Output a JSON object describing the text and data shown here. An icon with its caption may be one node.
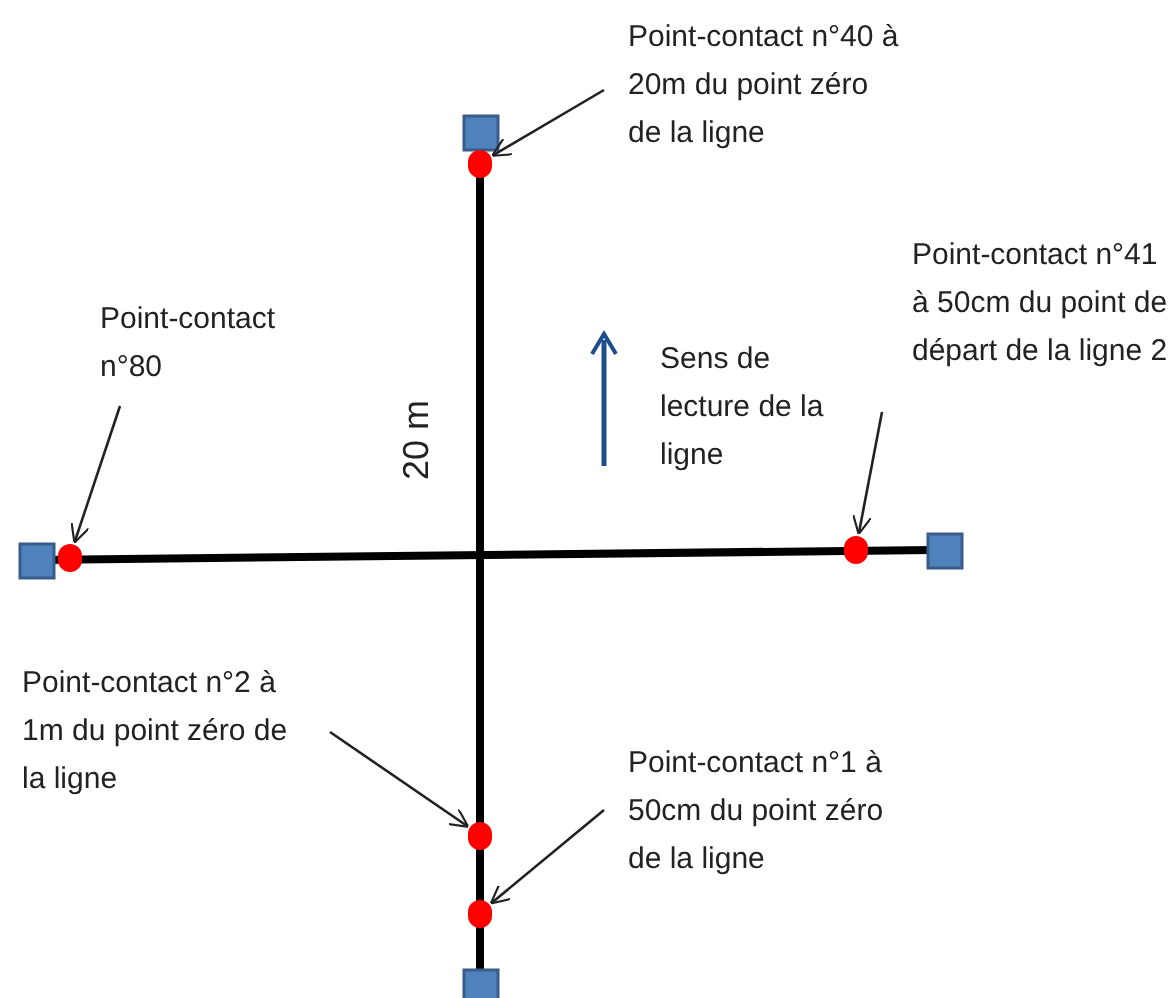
{
  "diagram": {
    "nodes": [
      {
        "text": [
          "Point-contact n°40 à 20m du point zéro de la ligne"
        ]
      },
      {
        "text": [
          "Point-contact n°41 à 50cm du point de départ de la ligne 2"
        ]
      },
      {
        "text": [
          "Point-contact n°80"
        ]
      },
      {
        "text": [
          "Point-contact n°2 à 1m du point zéro de la ligne"
        ]
      },
      {
        "text": [
          "Point-contact n°1 à 50cm du point zéro de la ligne"
        ]
      },
      {
        "text": [],
        "shape": "circle"
      },
      {
        "text": [],
        "shape": "circle"
      },
      {
        "text": [],
        "shape": "circle"
      },
      {
        "text": [],
        "shape": "circle"
      },
      {
        "text": [],
        "shape": "circle"
      }
    ],
    "edges": [
      {
        "from": 0,
        "to": 5,
        "arrow": "to"
      },
      {
        "from": 2,
        "to": 6,
        "arrow": "to"
      },
      {
        "from": 1,
        "to": 7,
        "arrow": "to"
      },
      {
        "from": 3,
        "to": 8,
        "arrow": "to"
      },
      {
        "from": 4,
        "to": 9,
        "arrow": "to"
      }
    ],
    "labels": [
      "20 m",
      "Sens de lecture de la ligne"
    ]
  }
}
